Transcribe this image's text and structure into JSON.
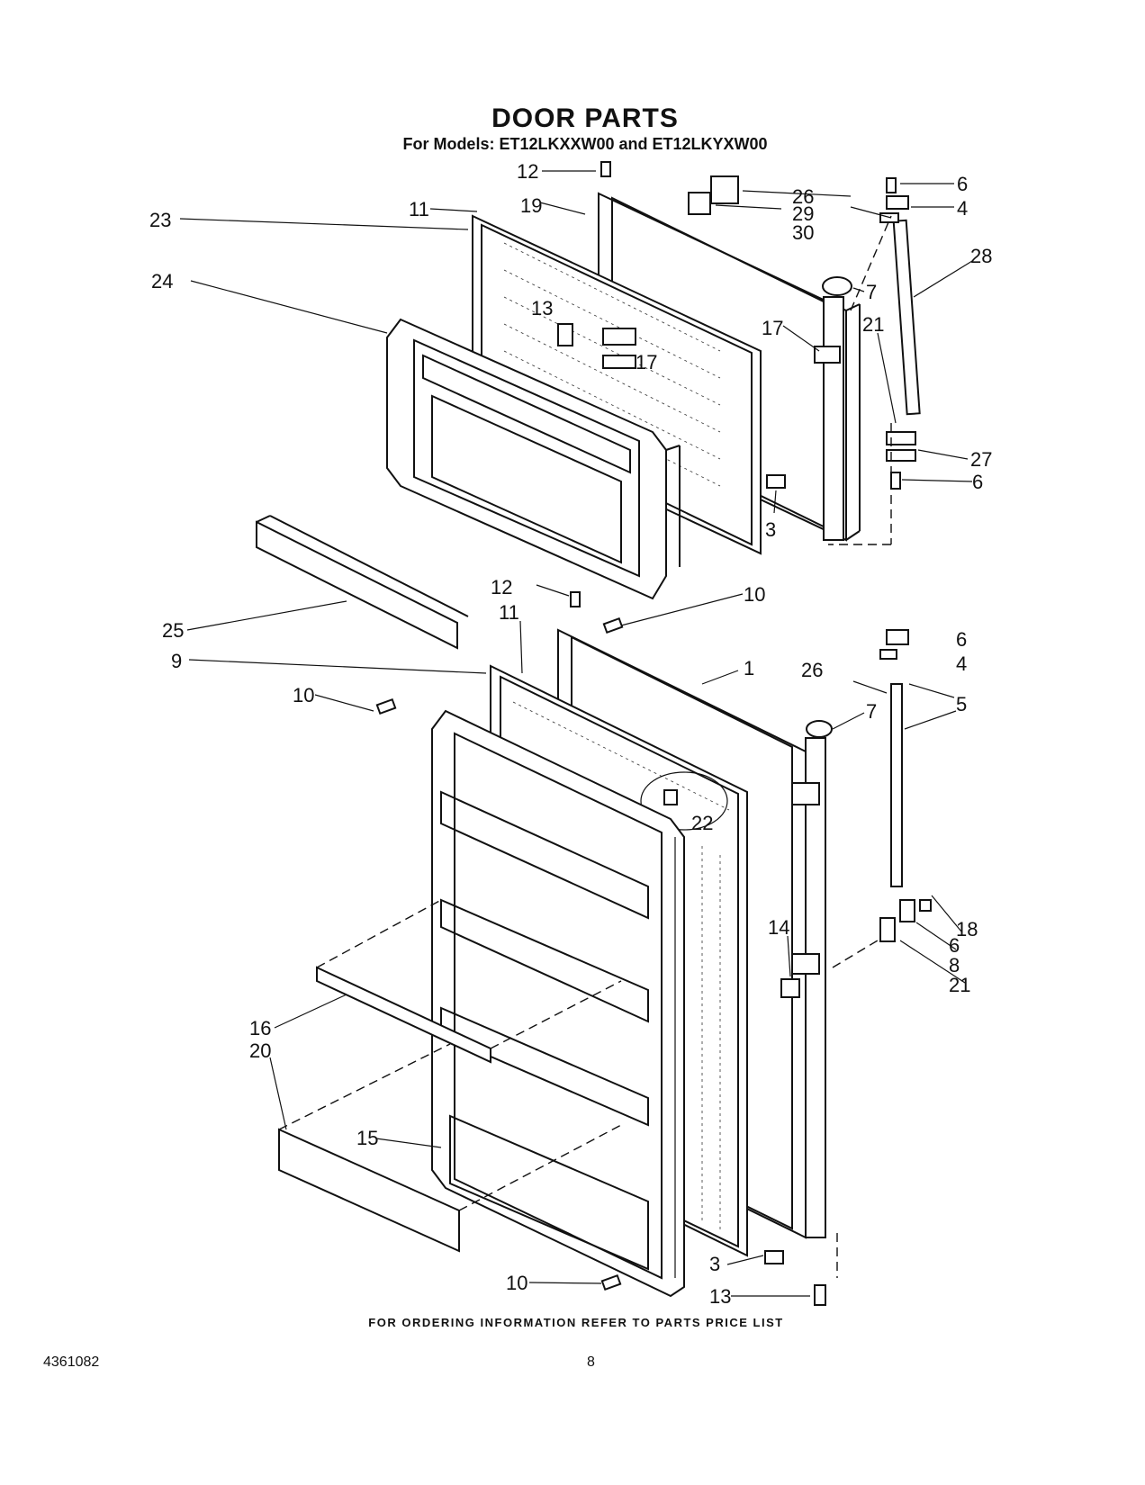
{
  "header": {
    "title": "DOOR PARTS",
    "subtitle": "For Models: ET12LKXXW00 and ET12LKYXW00"
  },
  "footer": {
    "ordering_note": "FOR ORDERING INFORMATION REFER TO PARTS PRICE LIST",
    "document_number": "4361082",
    "page_number": "8"
  },
  "part_callouts": [
    "12",
    "11",
    "19",
    "23",
    "26",
    "29",
    "30",
    "6",
    "4",
    "28",
    "24",
    "13",
    "17",
    "7",
    "21",
    "27",
    "3",
    "25",
    "10",
    "9",
    "1",
    "5",
    "22",
    "14",
    "18",
    "8",
    "16",
    "20",
    "15"
  ]
}
